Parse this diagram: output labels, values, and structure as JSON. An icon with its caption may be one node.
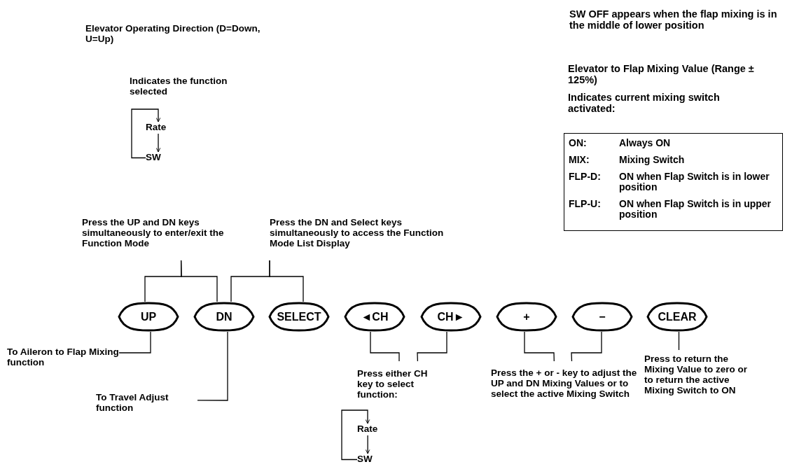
{
  "diagram": {
    "nodes": [
      {
        "text": [
          "Rate"
        ]
      },
      {
        "text": [
          "SW"
        ]
      },
      {
        "text": [
          "ON:",
          "Always ON",
          "MIX:",
          "Mixing Switch",
          "FLP-D:",
          "ON when Flap Switch is in lower position",
          "FLP-U:",
          "ON when Flap Switch is in upper position"
        ]
      },
      {
        "text": [
          "Press the UP and DN keys simultaneously to enter/exit the Function Mode"
        ]
      },
      {
        "text": [
          "Press the DN and Select keys simultaneously to access the Function Mode List Display"
        ]
      },
      {
        "text": [
          "UP"
        ]
      },
      {
        "text": [
          "DN"
        ]
      },
      {
        "text": [
          "SELECT"
        ]
      },
      {
        "text": [
          "◄CH"
        ]
      },
      {
        "text": [
          "CH►"
        ]
      },
      {
        "text": [
          "+"
        ]
      },
      {
        "text": [
          "−"
        ]
      },
      {
        "text": [
          "CLEAR"
        ]
      },
      {
        "text": [
          "To Aileron to Flap Mixing function"
        ]
      },
      {
        "text": [
          "To Travel Adjust function"
        ]
      },
      {
        "text": [
          "Press either CH key to select function:"
        ]
      },
      {
        "text": [
          "Press the + or - key to adjust the UP and DN Mixing Values or to select the active Mixing Switch"
        ]
      },
      {
        "text": [
          "Press to return the Mixing Value to zero or to return the active Mixing Switch to ON"
        ]
      },
      {
        "text": [
          "Rate"
        ]
      },
      {
        "text": [
          "SW"
        ]
      }
    ],
    "edges": [
      {
        "from": 1,
        "to": 0,
        "arrow": "to"
      },
      {
        "from": 0,
        "to": 1,
        "arrow": "to"
      },
      {
        "from": 3,
        "to": 5,
        "arrow": "none"
      },
      {
        "from": 3,
        "to": 6,
        "arrow": "none"
      },
      {
        "from": 4,
        "to": 6,
        "arrow": "none"
      },
      {
        "from": 4,
        "to": 7,
        "arrow": "none"
      },
      {
        "from": 13,
        "to": 5,
        "arrow": "none"
      },
      {
        "from": 14,
        "to": 6,
        "arrow": "none"
      },
      {
        "from": 15,
        "to": 8,
        "arrow": "none"
      },
      {
        "from": 15,
        "to": 9,
        "arrow": "none"
      },
      {
        "from": 16,
        "to": 10,
        "arrow": "none"
      },
      {
        "from": 16,
        "to": 11,
        "arrow": "none"
      },
      {
        "from": 17,
        "to": 12,
        "arrow": "none"
      },
      {
        "from": 19,
        "to": 18,
        "arrow": "to"
      },
      {
        "from": 18,
        "to": 19,
        "arrow": "to"
      }
    ],
    "labels": [
      "Elevator Operating Direction (D=Down, U=Up)",
      "Indicates the function selected",
      "SW OFF appears when the flap mixing is in the middle of lower position",
      "Elevator to Flap Mixing Value (Range ± 125%)",
      "Indicates current mixing switch activated:"
    ]
  }
}
